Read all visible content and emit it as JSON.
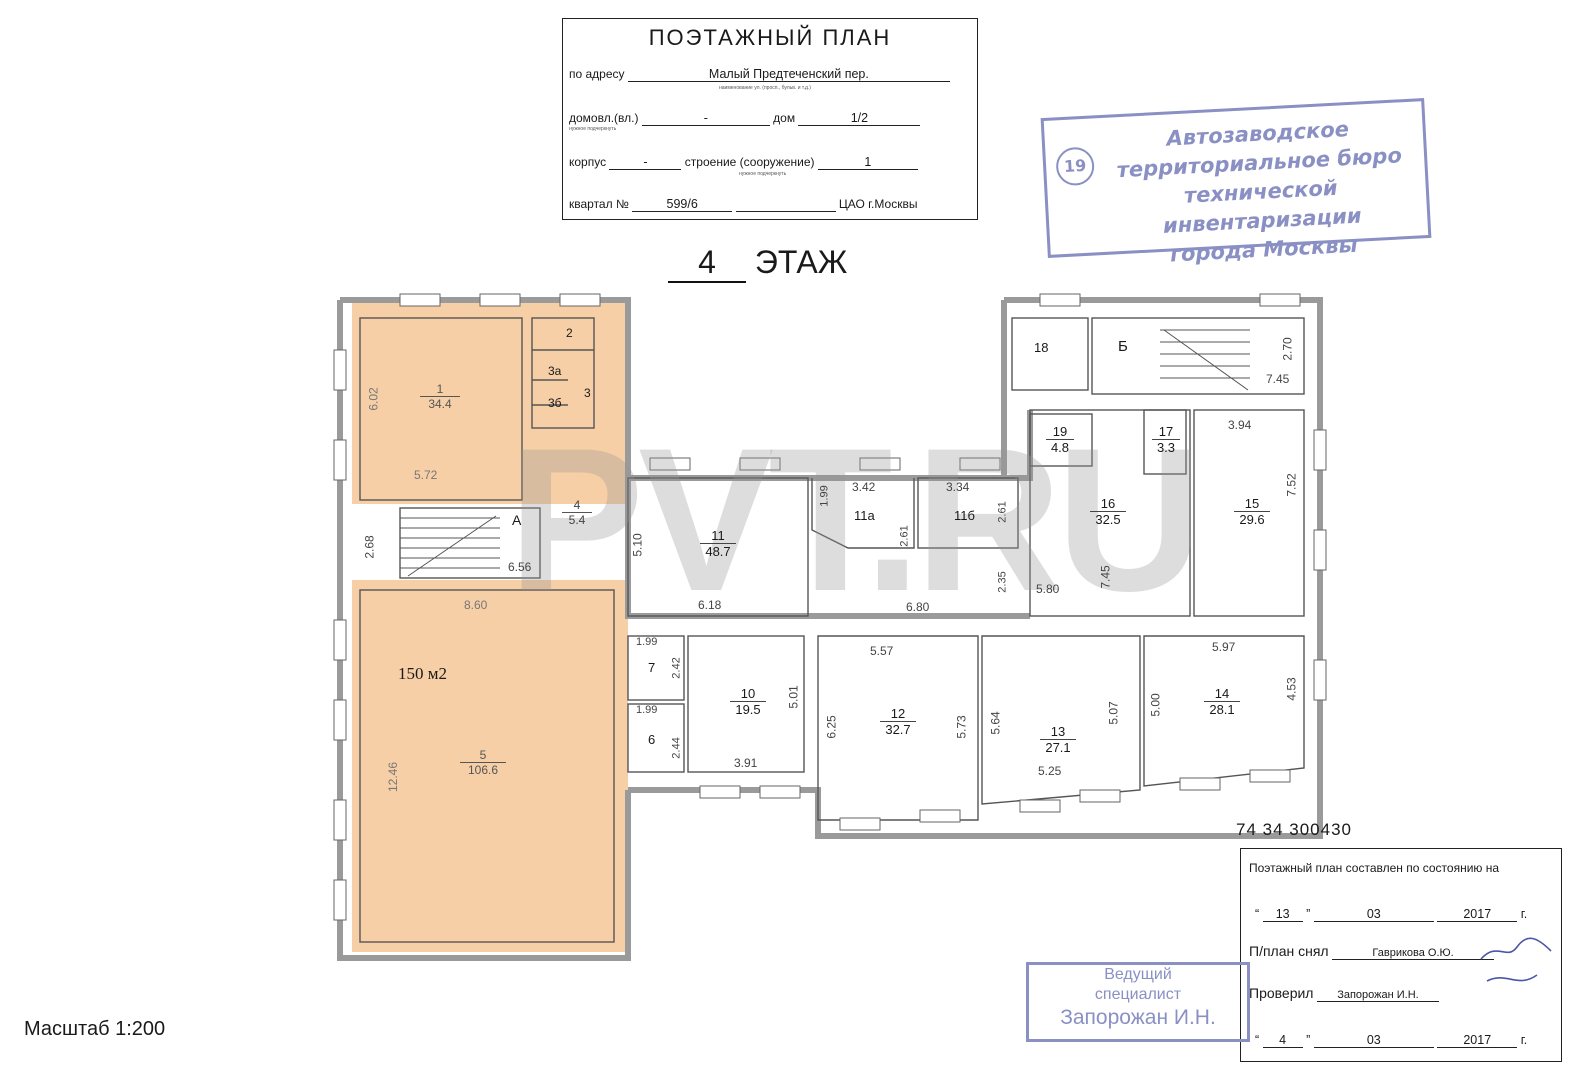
{
  "title_block": {
    "title": "ПОЭТАЖНЫЙ ПЛАН",
    "address_label": "по адресу",
    "address_value": "Малый Предтеченский пер.",
    "address_note": "наименование ул. (просп., бульв. и т.д.)",
    "domovl_label": "домовл.(вл.)",
    "domovl_note": "нужное подчеркнуть",
    "domovl_value": "-",
    "dom_label": "дом",
    "dom_value": "1/2",
    "korpus_label": "корпус",
    "korpus_value": "-",
    "stroenie_label": "строение (сооружение)",
    "stroenie_value": "1",
    "stroenie_note": "нужное подчеркнуть",
    "kvartal_label": "квартал №",
    "kvartal_value": "599/6",
    "district": "ЦАО г.Москвы"
  },
  "floor": {
    "number": "4",
    "label": "ЭТАЖ"
  },
  "stamp_bti": {
    "number": "19",
    "lines": [
      "Автозаводское",
      "территориальное бюро",
      "технической инвентаризации",
      "города Москвы"
    ]
  },
  "rooms": [
    {
      "id": "1",
      "area": "34.4"
    },
    {
      "id": "2",
      "area": ""
    },
    {
      "id": "3",
      "area": ""
    },
    {
      "id": "3а",
      "area": ""
    },
    {
      "id": "3б",
      "area": ""
    },
    {
      "id": "4",
      "area": "5.4"
    },
    {
      "id": "5",
      "area": "106.6"
    },
    {
      "id": "6",
      "area": ""
    },
    {
      "id": "7",
      "area": ""
    },
    {
      "id": "10",
      "area": "19.5"
    },
    {
      "id": "11",
      "area": "48.7"
    },
    {
      "id": "11а",
      "area": ""
    },
    {
      "id": "11б",
      "area": ""
    },
    {
      "id": "12",
      "area": "32.7"
    },
    {
      "id": "13",
      "area": "27.1"
    },
    {
      "id": "14",
      "area": "28.1"
    },
    {
      "id": "15",
      "area": "29.6"
    },
    {
      "id": "16",
      "area": "32.5"
    },
    {
      "id": "17",
      "area": "3.3"
    },
    {
      "id": "18",
      "area": ""
    },
    {
      "id": "19",
      "area": "4.8"
    }
  ],
  "stairs": {
    "a": "А",
    "b": "Б"
  },
  "dimensions": [
    "6.02",
    "5.72",
    "2.68",
    "6.56",
    "8.60",
    "12.46",
    "1.99",
    "2.42",
    "1.99",
    "2.44",
    "3.91",
    "5.01",
    "5.10",
    "6.18",
    "1.99",
    "3.42",
    "2.61",
    "3.34",
    "2.61",
    "2.35",
    "6.80",
    "5.57",
    "6.25",
    "5.73",
    "5.64",
    "5.07",
    "5.25",
    "5.00",
    "4.53",
    "5.97",
    "5.80",
    "7.45",
    "3.94",
    "7.52",
    "2.70",
    "7.45"
  ],
  "area_note": "150 м2",
  "watermark": "PVT.RU",
  "inventory_code": "74 34 300430",
  "status": {
    "heading": "Поэтажный план составлен по состоянию на",
    "date1_day": "13",
    "date1_month": "03",
    "date1_year": "2017",
    "year_suffix": "г.",
    "drawn_label": "П/план снял",
    "drawn_by": "Гаврикова О.Ю.",
    "checked_label": "Проверил",
    "checked_by": "Запорожан И.Н.",
    "date2_day": "4",
    "date2_month": "03",
    "date2_year": "2017"
  },
  "stamp_specialist": {
    "lines": [
      "Ведущий",
      "специалист"
    ],
    "name": "Запорожан И.Н."
  },
  "scale": "Масштаб 1:200",
  "colors": {
    "highlight": "#f6cfa6",
    "stamp": "#8a90c4",
    "wall": "#9a9a9a"
  }
}
